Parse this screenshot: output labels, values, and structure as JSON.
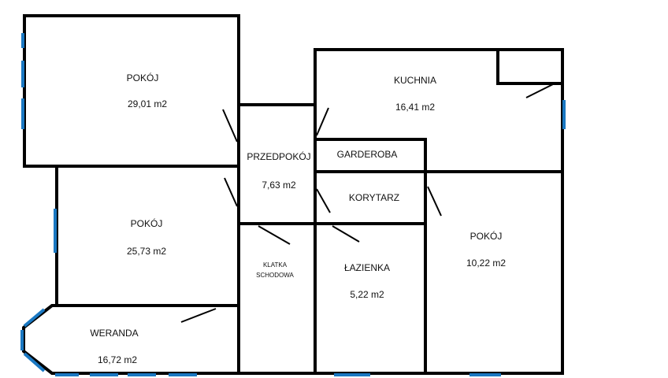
{
  "rooms": {
    "pokoj1": {
      "name": "POKÓJ",
      "area": "29,01 m2"
    },
    "kuchnia": {
      "name": "KUCHNIA",
      "area": "16,41 m2"
    },
    "przedpokoj": {
      "name": "PRZEDPOKÓJ",
      "area": "7,63 m2"
    },
    "garderoba": {
      "name": "GARDEROBA"
    },
    "korytarz": {
      "name": "KORYTARZ"
    },
    "pokoj2": {
      "name": "POKÓJ",
      "area": "25,73 m2"
    },
    "klatka": {
      "line1": "KLATKA",
      "line2": "SCHODOWA"
    },
    "lazienka": {
      "name": "ŁAZIENKA",
      "area": "5,22 m2"
    },
    "pokoj3": {
      "name": "POKÓJ",
      "area": "10,22 m2"
    },
    "weranda": {
      "name": "WERANDA",
      "area": "16,72 m2"
    }
  },
  "colors": {
    "wall": "#000000",
    "window": "#1a78c2",
    "background": "#ffffff"
  }
}
